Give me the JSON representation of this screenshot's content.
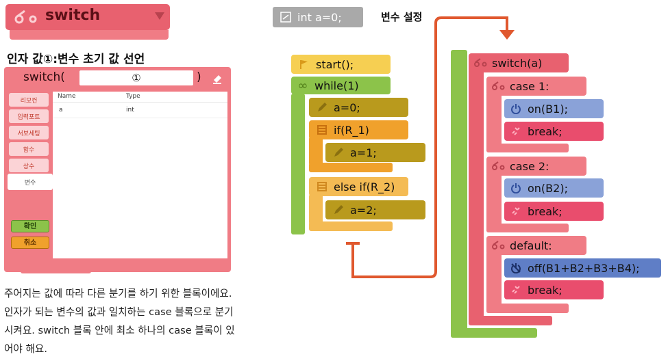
{
  "switch_block": {
    "label": "switch"
  },
  "section_title": "인자 값①:변수 초기 값 선언",
  "dialog": {
    "switch_prefix": "switch(",
    "switch_suffix": ")",
    "argument_value": "①",
    "tabs": [
      "리모컨",
      "입력포트",
      "서보세팅",
      "함수",
      "상수",
      "변수"
    ],
    "columns": [
      "Name",
      "Type"
    ],
    "rows": [
      {
        "name": "a",
        "type": "int"
      }
    ],
    "confirm_label": "확인",
    "cancel_label": "취소"
  },
  "description": [
    "주어지는 값에 따라 다른 분기를 하기 위한 블록이에요.",
    "인자가 되는 변수의 값과 일치하는 case 블록으로 분기",
    "시켜요. switch 블록 안에 최소 하나의 case 블록이 있",
    "어야 해요."
  ],
  "var_block": {
    "label": "int a=0;",
    "caption": "변수 설정"
  },
  "left_program": {
    "start": "start();",
    "while": "while(1)",
    "assign0": "a=0;",
    "if": "if(R_1)",
    "assign1": "a=1;",
    "elseif": "else if(R_2)",
    "assign2": "a=2;"
  },
  "right_program": {
    "switch": "switch(a)",
    "case1": "case 1:",
    "on1": "on(B1);",
    "break1": "break;",
    "case2": "case 2:",
    "on2": "on(B2);",
    "break2": "break;",
    "default": "default:",
    "off": "off(B1+B2+B3+B4);",
    "break3": "break;"
  },
  "colors": {
    "switch_red": "#e8616f",
    "switch_light": "#f07c85",
    "start_yellow": "#f6cf52",
    "while_green": "#8cc34a",
    "assign_olive": "#b99a1d",
    "if_orange": "#f0a12c",
    "elseif_orange": "#f4bb54",
    "on_blue": "#8aa2d8",
    "off_blue": "#5f7ec6",
    "break_pink": "#e94d6d",
    "arrow": "#e0582e",
    "var_gray": "#a9a9a9"
  }
}
